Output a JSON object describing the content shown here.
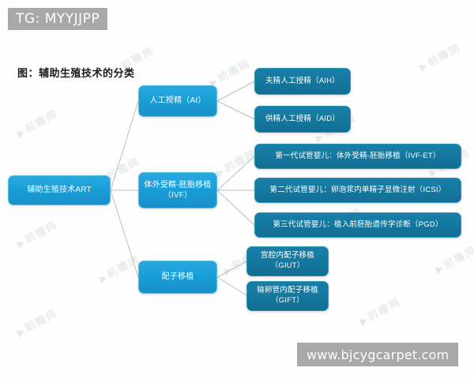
{
  "title": "图：辅助生殖技术的分类",
  "watermarks": {
    "top_left": "TG: MYYJJPP",
    "bottom_right": "www.bjcygcarpet.com",
    "background_repeat": "前瞻网"
  },
  "colors": {
    "node_level1_2": "#1fa0d8",
    "node_level3": "#15789f",
    "connector": "#b9bfc2",
    "watermark_bar": "#a8a8a8",
    "page_background": "#ffffff",
    "title_text": "#1b1b1b",
    "node_text": "#ffffff"
  },
  "chart_data": {
    "type": "diagram",
    "diagram_type": "tree",
    "title": "图：辅助生殖技术的分类",
    "orientation": "left-to-right",
    "levels": 3,
    "nodes": [
      {
        "id": "art",
        "level": 1,
        "label": "辅助生殖技术ART",
        "parent": null
      },
      {
        "id": "ai",
        "level": 2,
        "label": "人工授精（AI）",
        "parent": "art"
      },
      {
        "id": "ivf",
        "level": 2,
        "label": "体外受精-胚胎移植\n（IVF）",
        "parent": "art"
      },
      {
        "id": "gt",
        "level": 2,
        "label": "配子移植",
        "parent": "art"
      },
      {
        "id": "aih",
        "level": 3,
        "label": "夫精人工授精（AIH）",
        "parent": "ai"
      },
      {
        "id": "aid",
        "level": 3,
        "label": "供精人工授精（AID）",
        "parent": "ai"
      },
      {
        "id": "ivfet",
        "level": 3,
        "label": "第一代试管婴儿：体外受精-胚胎移植（IVF-ET）",
        "parent": "ivf"
      },
      {
        "id": "icsi",
        "level": 3,
        "label": "第二代试管婴儿：卵泡浆内单精子显微注射（ICSI）",
        "parent": "ivf"
      },
      {
        "id": "pgd",
        "level": 3,
        "label": "第三代试管婴儿：植入前胚胎遗传学诊断（PGD）",
        "parent": "ivf"
      },
      {
        "id": "giut",
        "level": 3,
        "label": "宫腔内配子移植\n（GIUT）",
        "parent": "gt"
      },
      {
        "id": "gift",
        "level": 3,
        "label": "输卵管内配子移植\n（GIFT）",
        "parent": "gt"
      }
    ],
    "edges": [
      {
        "from": "art",
        "to": "ai"
      },
      {
        "from": "art",
        "to": "ivf"
      },
      {
        "from": "art",
        "to": "gt"
      },
      {
        "from": "ai",
        "to": "aih"
      },
      {
        "from": "ai",
        "to": "aid"
      },
      {
        "from": "ivf",
        "to": "ivfet"
      },
      {
        "from": "ivf",
        "to": "icsi"
      },
      {
        "from": "ivf",
        "to": "pgd"
      },
      {
        "from": "gt",
        "to": "giut"
      },
      {
        "from": "gt",
        "to": "gift"
      }
    ]
  }
}
